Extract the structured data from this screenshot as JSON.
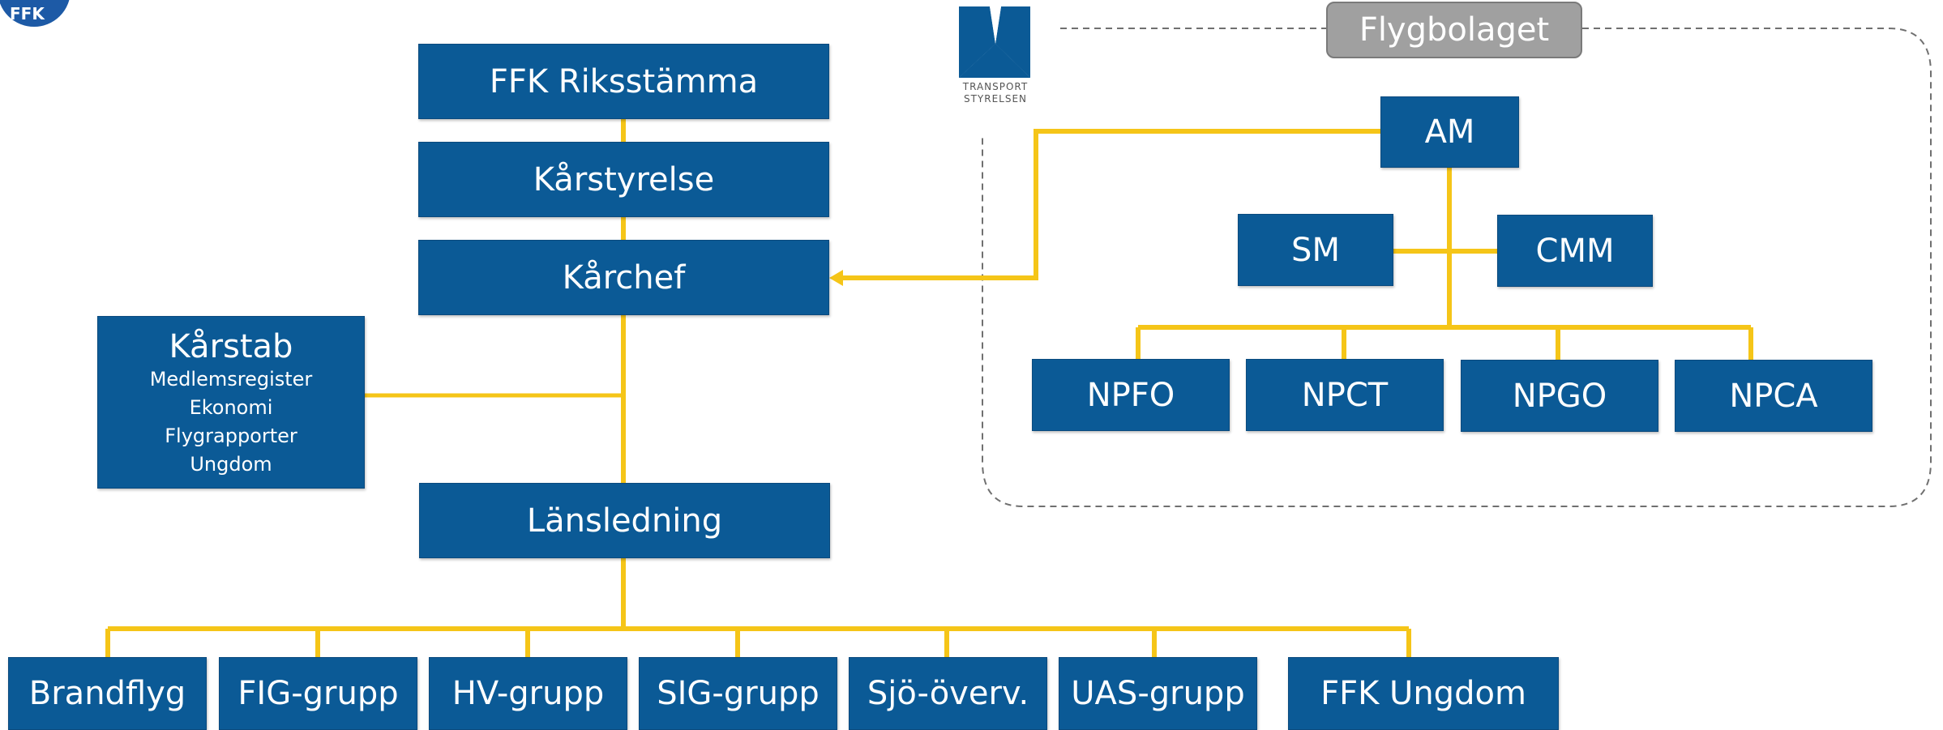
{
  "logo": {
    "text": "FFK"
  },
  "transport_logo": {
    "line1": "TRANSPORT",
    "line2": "STYRELSEN"
  },
  "colors": {
    "box": "#0b5a96",
    "connector": "#f5c518",
    "group_label": "#a0a0a0"
  },
  "hierarchy": {
    "riksstamma": "FFK Riksstämma",
    "karstyrelse": "Kårstyrelse",
    "karchef": "Kårchef",
    "karstab": {
      "title": "Kårstab",
      "items": [
        "Medlemsregister",
        "Ekonomi",
        "Flygrapporter",
        "Ungdom"
      ]
    },
    "lansledning": "Länsledning",
    "groups": [
      "Brandflyg",
      "FIG-grupp",
      "HV-grupp",
      "SIG-grupp",
      "Sjö-överv.",
      "UAS-grupp",
      "FFK Ungdom"
    ]
  },
  "flygbolaget": {
    "label": "Flygbolaget",
    "am": "AM",
    "sm": "SM",
    "cmm": "CMM",
    "np": [
      "NPFO",
      "NPCT",
      "NPGO",
      "NPCA"
    ]
  }
}
